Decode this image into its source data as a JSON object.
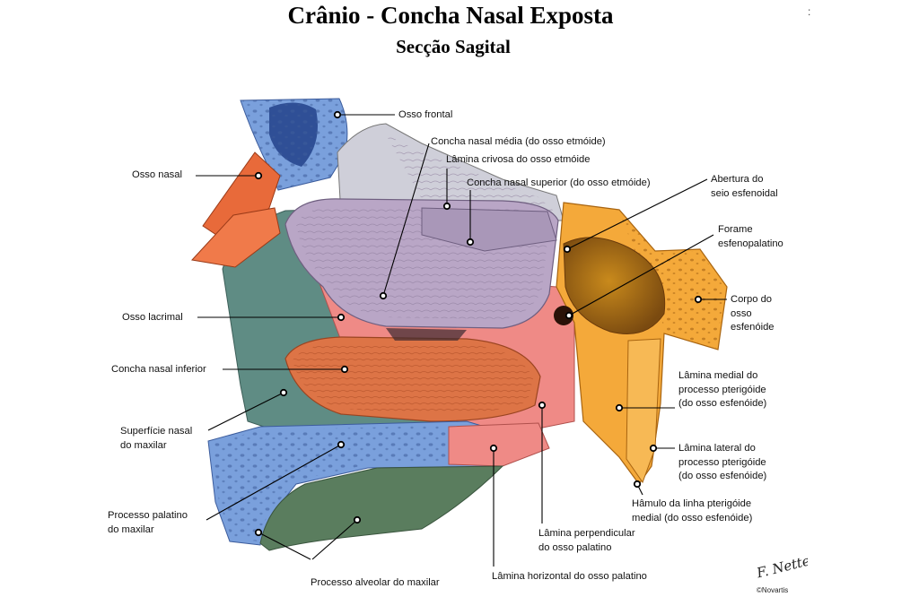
{
  "title": "Crânio - Concha Nasal Exposta",
  "subtitle": "Secção Sagital",
  "stray_mark": ":",
  "labels": {
    "osso_frontal": "Osso frontal",
    "concha_media": "Concha nasal média (do osso etmóide)",
    "lamina_crivosa": "Lâmina crivosa do osso etmóide",
    "concha_superior": "Concha nasal superior (do osso etmóide)",
    "abertura_seio": "Abertura do\nseio esfenoidal",
    "forame": "Forame\nesfenopalatino",
    "corpo_esfenoide": "Corpo do\nosso\nesfenóide",
    "osso_nasal": "Osso nasal",
    "osso_lacrimal": "Osso lacrimal",
    "concha_inferior": "Concha nasal inferior",
    "superficie_maxilar": "Superfície nasal\ndo maxilar",
    "lamina_medial": "Lâmina medial do\nprocesso pterigóide\n(do osso esfenóide)",
    "lamina_lateral": "Lâmina lateral do\nprocesso pterigóide\n(do osso esfenóide)",
    "hamulo": "Hâmulo da linha pterigóide\nmedial (do osso esfenóide)",
    "processo_palatino": "Processo palatino\ndo maxilar",
    "lamina_perpendicular": "Lâmina perpendicular\ndo osso palatino",
    "lamina_horizontal": "Lâmina horizontal do osso palatino",
    "processo_alveolar": "Processo alveolar do maxilar"
  },
  "signature": "F. Netter",
  "copyright": "©Novartis",
  "colors": {
    "frontal_blue": "#6f93d8",
    "nasal_orange": "#e86a3a",
    "maxilla_teal": "#5f8c84",
    "concha_lilac": "#b9a6c6",
    "sphenoid_orange": "#f4a93a",
    "palatine_pink": "#ef8a86",
    "inferior_concha": "#dd7446"
  }
}
